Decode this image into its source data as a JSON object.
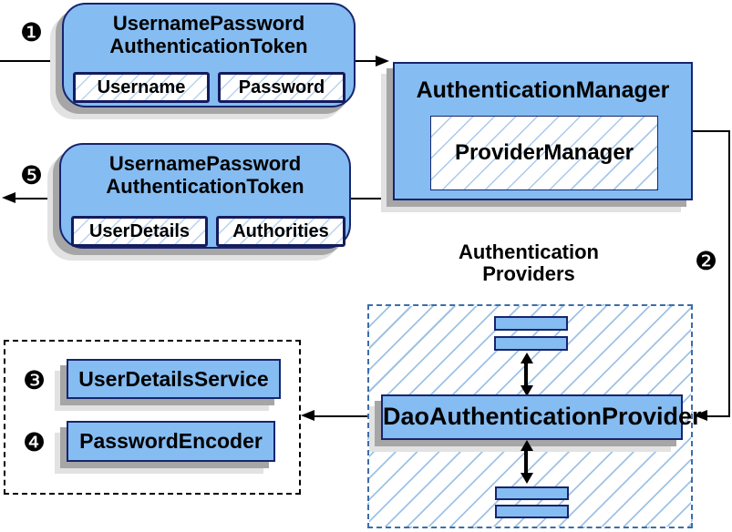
{
  "diagram": {
    "token_request": {
      "badge": "❶",
      "title_line1": "UsernamePassword",
      "title_line2": "AuthenticationToken",
      "fields": [
        "Username",
        "Password"
      ]
    },
    "auth_manager": {
      "title": "AuthenticationManager",
      "inner_label": "ProviderManager"
    },
    "token_response": {
      "badge": "❺",
      "title_line1": "UsernamePassword",
      "title_line2": "AuthenticationToken",
      "fields": [
        "UserDetails",
        "Authorities"
      ]
    },
    "providers": {
      "badge": "❷",
      "heading_line1": "Authentication",
      "heading_line2": "Providers",
      "dao_label": "DaoAuthenticationProvider"
    },
    "services": {
      "items": [
        {
          "badge": "❸",
          "label": "UserDetailsService"
        },
        {
          "badge": "❹",
          "label": "PasswordEncoder"
        }
      ]
    }
  },
  "colors": {
    "box_fill": "#85BCF2",
    "box_border": "#16256E",
    "hatch_line": "#9FC2E6",
    "providers_dash_border": "#3C6DA8",
    "beans_dash_border": "#000000",
    "shadow_dark": "#A6A6A6",
    "shadow_light": "#E2E2E2",
    "arrow": "#000000",
    "text": "#000000"
  }
}
